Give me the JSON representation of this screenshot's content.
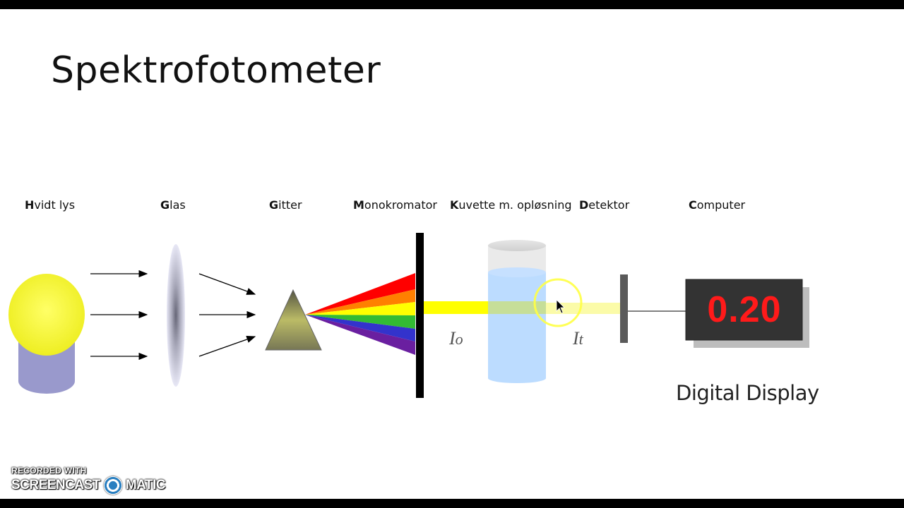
{
  "title": "Spektrofotometer",
  "components": [
    {
      "bold": "H",
      "rest": "vidt lys"
    },
    {
      "bold": "G",
      "rest": "las"
    },
    {
      "bold": "G",
      "rest": "itter"
    },
    {
      "bold": "M",
      "rest": "onokromator"
    },
    {
      "bold": "K",
      "rest": "uvette m. opløsning"
    },
    {
      "bold": "D",
      "rest": "etektor"
    },
    {
      "bold": "C",
      "rest": "omputer"
    }
  ],
  "intensity": {
    "incident": "I",
    "incident_sub": "o",
    "transmitted": "I",
    "transmitted_sub": "t"
  },
  "display": {
    "value": "0.20",
    "caption": "Digital Display"
  },
  "watermark": {
    "top": "RECORDED WITH",
    "left": "SCREENCAST",
    "right": "MATIC"
  },
  "colors": {
    "lamp_glow": "#ffff33",
    "lamp_base": "#9999cc",
    "beam": "#ffff00",
    "display_bg": "#333333",
    "display_text": "#ff1a1a",
    "spectrum": [
      "#ff0000",
      "#ff8000",
      "#ffff00",
      "#33bb33",
      "#3333cc",
      "#6a1fa0"
    ]
  }
}
